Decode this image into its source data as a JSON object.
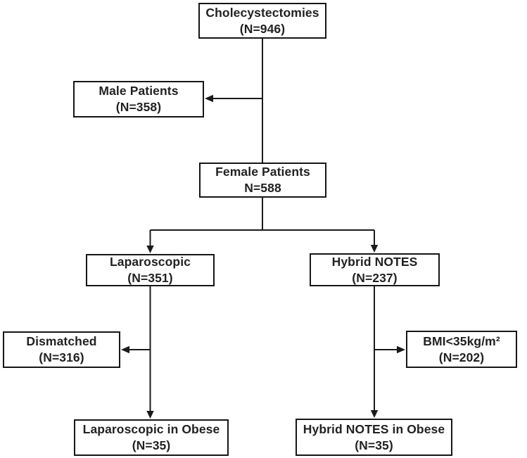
{
  "diagram": {
    "type": "patient-flow-chart",
    "background_color": "#ffffff",
    "line_color": "#1a1a1a",
    "border_color": "#161616",
    "text_color": "#222222"
  },
  "nodes": {
    "root": {
      "label": "Cholecystectomies",
      "count": "(N=946)"
    },
    "male": {
      "label": "Male Patients",
      "count": "(N=358)"
    },
    "female": {
      "label": "Female Patients",
      "count": "N=588"
    },
    "laparoscopic": {
      "label": "Laparoscopic",
      "count": "(N=351)"
    },
    "hybrid_notes": {
      "label": "Hybrid NOTES",
      "count": "(N=237)"
    },
    "dismatched": {
      "label": "Dismatched",
      "count": "(N=316)"
    },
    "bmi": {
      "label": "BMI<35kg/m²",
      "count": "(N=202)"
    },
    "laparoscopic_obese": {
      "label": "Laparoscopic in Obese",
      "count": "(N=35)"
    },
    "hybrid_notes_obese": {
      "label": "Hybrid NOTES in Obese",
      "count": "(N=35)"
    }
  },
  "edges": [
    {
      "from": "root",
      "to": "male",
      "style": "arrow-left"
    },
    {
      "from": "root",
      "to": "female",
      "style": "plain"
    },
    {
      "from": "female",
      "to": "laparoscopic",
      "style": "arrow-down"
    },
    {
      "from": "female",
      "to": "hybrid_notes",
      "style": "arrow-down"
    },
    {
      "from": "laparoscopic",
      "to": "dismatched",
      "style": "arrow-left"
    },
    {
      "from": "laparoscopic",
      "to": "laparoscopic_obese",
      "style": "arrow-down"
    },
    {
      "from": "hybrid_notes",
      "to": "bmi",
      "style": "arrow-right"
    },
    {
      "from": "hybrid_notes",
      "to": "hybrid_notes_obese",
      "style": "arrow-down"
    }
  ]
}
